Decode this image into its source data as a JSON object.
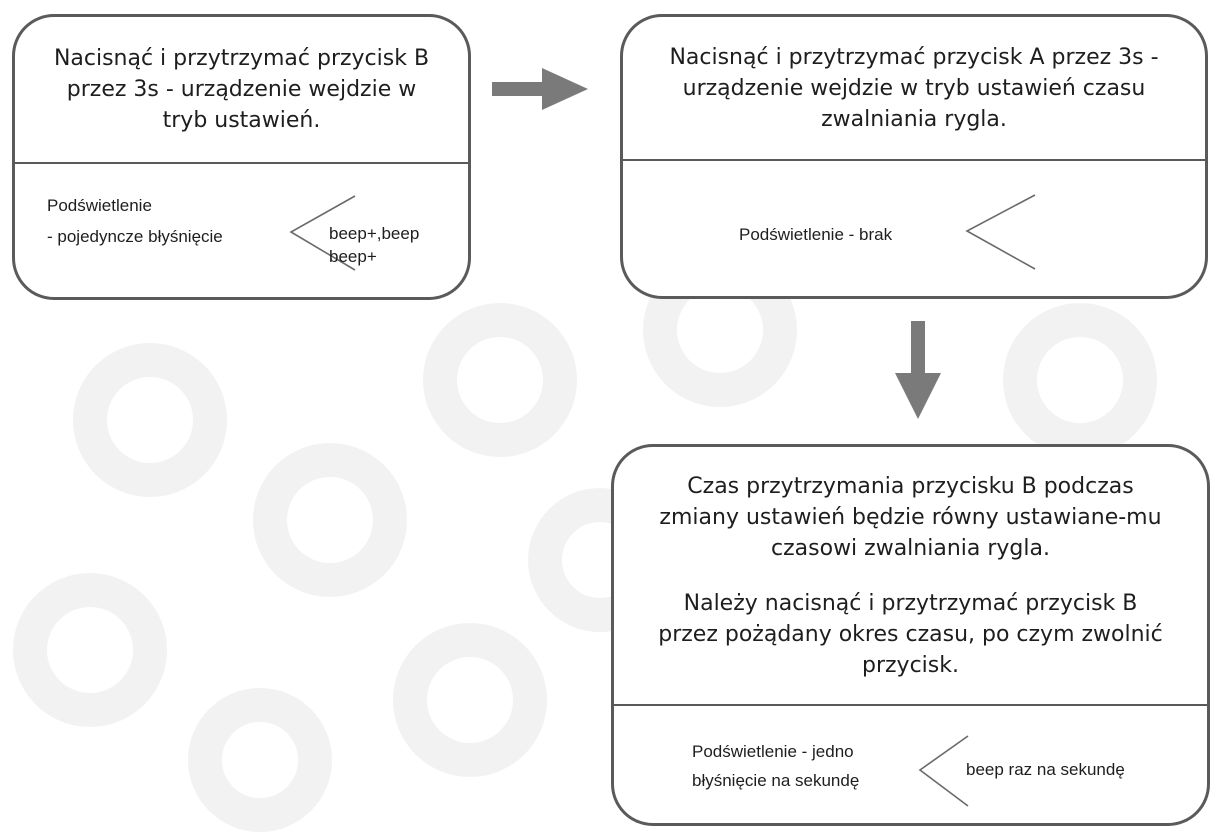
{
  "boxes": {
    "step1": {
      "instruction": "Nacisnąć i przytrzymać przycisk B przez 3s - urządzenie wejdzie w tryb ustawień.",
      "light_line1": "Podświetlenie",
      "light_line2": "- pojedyncze błyśnięcie",
      "sound": "beep+,beep beep+"
    },
    "step2": {
      "instruction": "Nacisnąć i przytrzymać przycisk A przez 3s - urządzenie wejdzie w tryb ustawień czasu zwalniania rygla.",
      "light": "Podświetlenie - brak"
    },
    "step3": {
      "instruction_p1": "Czas przytrzymania przycisku B podczas zmiany ustawień będzie równy ustawiane-mu czasowi zwalniania rygla.",
      "instruction_p2": "Należy nacisnąć i przytrzymać przycisk B przez pożądany okres czasu, po czym zwolnić przycisk.",
      "light_line1": "Podświetlenie - jedno",
      "light_line2": "błyśnięcie na sekundę",
      "sound": "beep raz na sekundę"
    }
  },
  "colors": {
    "border": "#5a5a5a",
    "arrow": "#7a7a7a",
    "watermark": "#f3f3f3"
  }
}
